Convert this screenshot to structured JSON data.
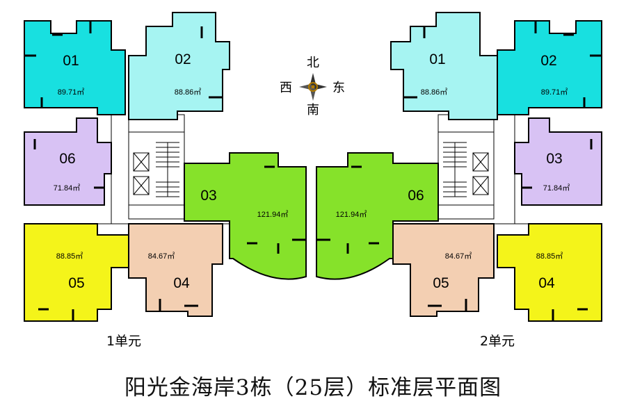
{
  "compass": {
    "north": "北",
    "south": "南",
    "east": "东",
    "west": "西"
  },
  "colors": {
    "cyan": "#18e0e0",
    "light_cyan": "#a6f4f2",
    "lavender": "#d8c2f4",
    "green": "#86e22a",
    "peach": "#f3cfb2",
    "yellow": "#f4f41a",
    "wall": "#000000"
  },
  "unit1": {
    "label": "1单元",
    "rooms": {
      "r01": {
        "number": "01",
        "area": "89.71㎡",
        "color": "cyan"
      },
      "r02": {
        "number": "02",
        "area": "88.86㎡",
        "color": "light_cyan"
      },
      "r06": {
        "number": "06",
        "area": "71.84㎡",
        "color": "lavender"
      },
      "r03": {
        "number": "03",
        "area": "121.94㎡",
        "color": "green"
      },
      "r05": {
        "number": "05",
        "area": "88.85㎡",
        "color": "yellow"
      },
      "r04": {
        "number": "04",
        "area": "84.67㎡",
        "color": "peach"
      }
    }
  },
  "unit2": {
    "label": "2单元",
    "rooms": {
      "r01": {
        "number": "01",
        "area": "88.86㎡",
        "color": "light_cyan"
      },
      "r02": {
        "number": "02",
        "area": "89.71㎡",
        "color": "cyan"
      },
      "r03": {
        "number": "03",
        "area": "71.84㎡",
        "color": "lavender"
      },
      "r06": {
        "number": "06",
        "area": "121.94㎡",
        "color": "green"
      },
      "r04": {
        "number": "04",
        "area": "88.85㎡",
        "color": "yellow"
      },
      "r05": {
        "number": "05",
        "area": "84.67㎡",
        "color": "peach"
      }
    }
  },
  "caption": "阳光金海岸3栋（25层）标准层平面图"
}
